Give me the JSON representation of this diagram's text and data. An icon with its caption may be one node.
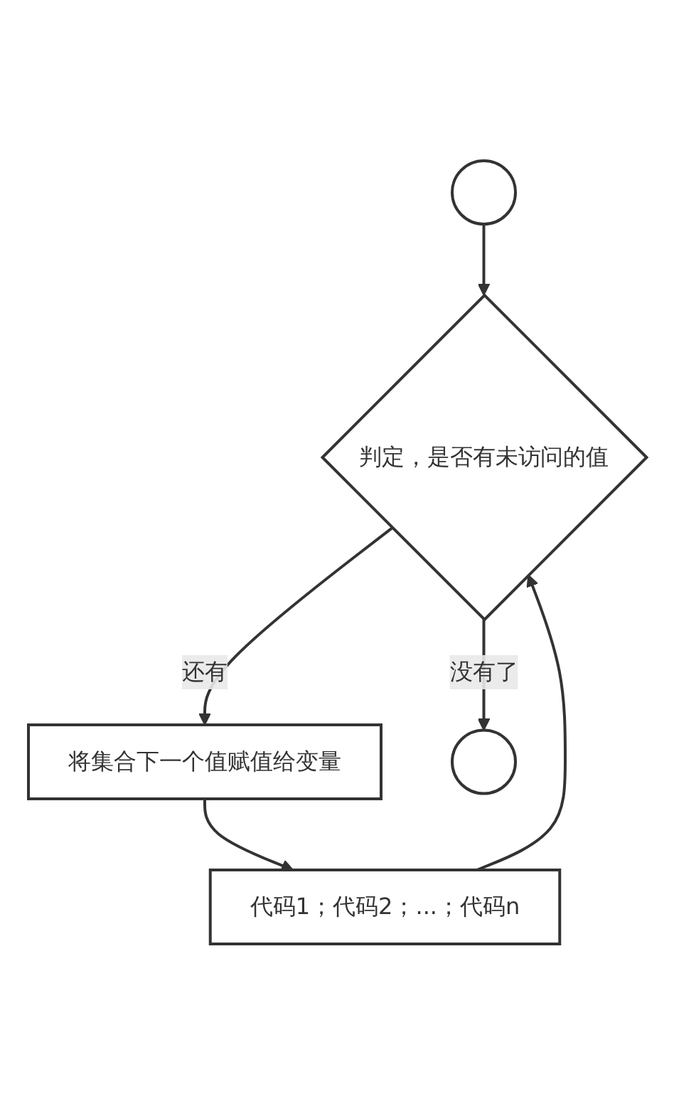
{
  "diagram": {
    "nodes": [
      {
        "text": [],
        "shape": "circle"
      },
      {
        "text": [
          "判定，是否有未访问的值"
        ]
      },
      {
        "text": [
          "将集合下一个值赋值给变量"
        ]
      },
      {
        "text": [
          "代码1；代码2；...；代码n"
        ]
      },
      {
        "text": [],
        "shape": "circle"
      }
    ],
    "edges": [
      {
        "from": 0,
        "to": 1,
        "arrow": "to"
      },
      {
        "from": 1,
        "to": 2,
        "arrow": "to",
        "label": "还有"
      },
      {
        "from": 2,
        "to": 3,
        "arrow": "to"
      },
      {
        "from": 3,
        "to": 1,
        "arrow": "to"
      },
      {
        "from": 1,
        "to": 4,
        "arrow": "to",
        "label": "没有了"
      }
    ]
  }
}
